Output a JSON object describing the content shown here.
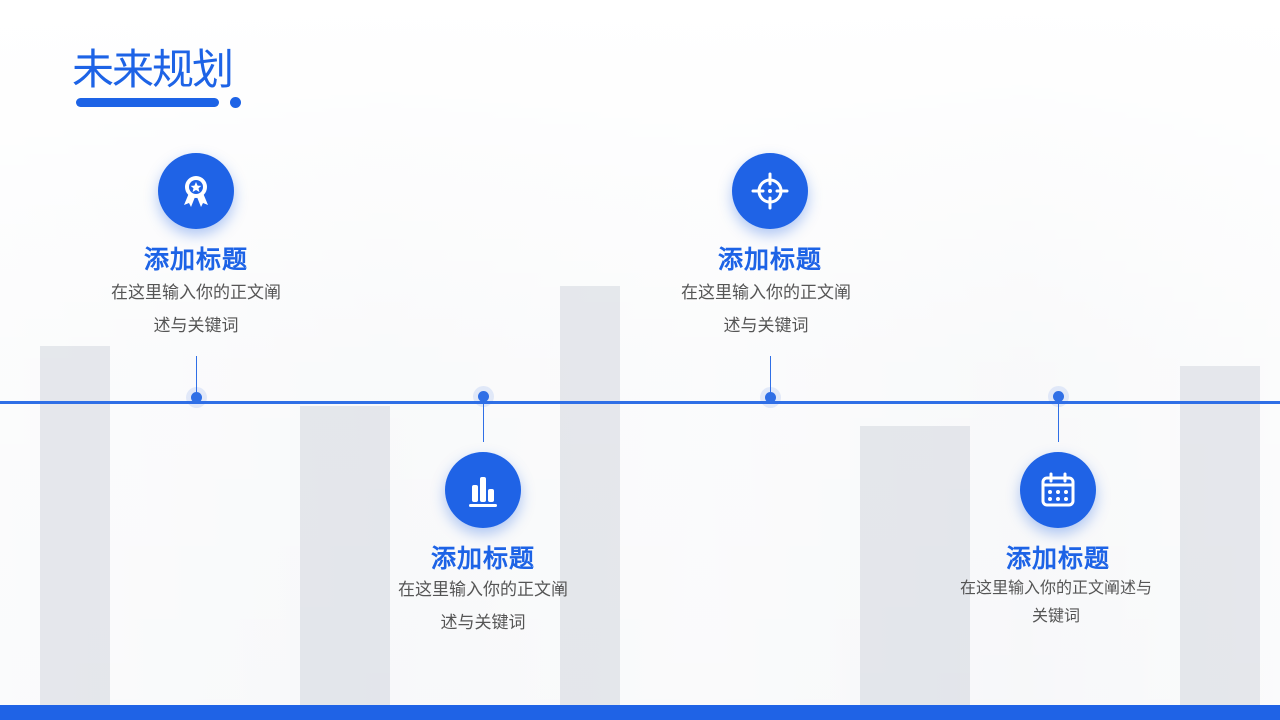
{
  "slide": {
    "title": "未来规划",
    "accent_color": "#1d63e6"
  },
  "items": [
    {
      "title": "添加标题",
      "desc_line1": "在这里输入你的正文阐",
      "desc_line2": "述与关键词",
      "icon": "award-ribbon-icon"
    },
    {
      "title": "添加标题",
      "desc_line1": "在这里输入你的正文阐",
      "desc_line2": "述与关键词",
      "icon": "bar-chart-icon"
    },
    {
      "title": "添加标题",
      "desc_line1": "在这里输入你的正文阐",
      "desc_line2": "述与关键词",
      "icon": "crosshair-target-icon"
    },
    {
      "title": "添加标题",
      "desc_line1": "在这里输入你的正文阐述与",
      "desc_line2": "关键词",
      "icon": "calendar-icon"
    }
  ]
}
